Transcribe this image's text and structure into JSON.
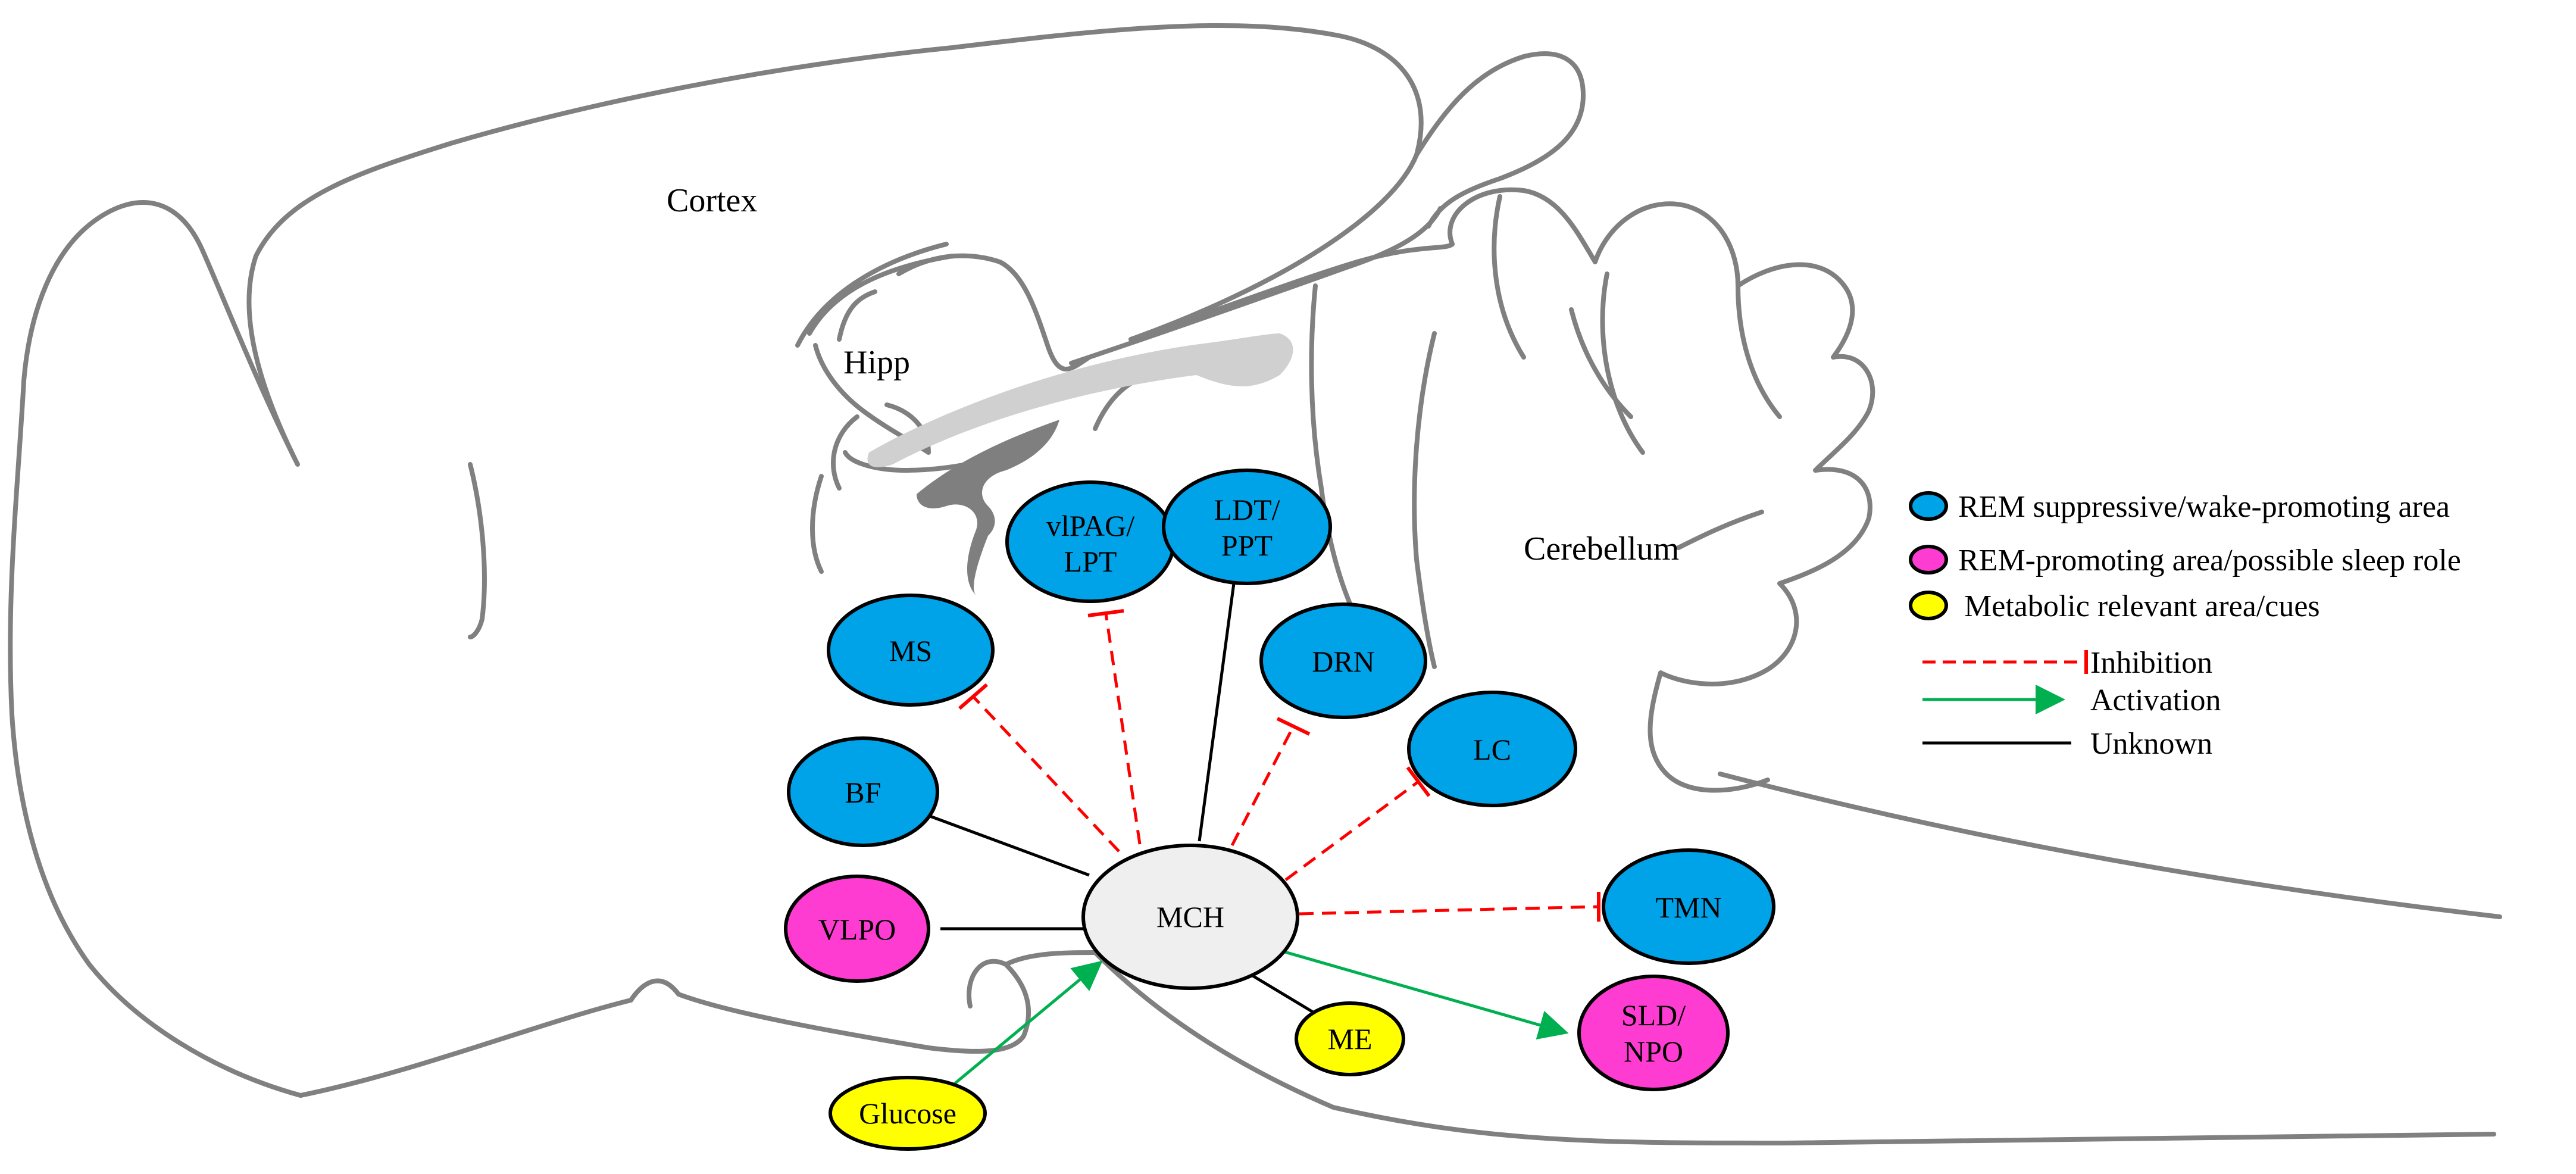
{
  "colors": {
    "rem_suppressive": "#00a2e8",
    "rem_promoting": "#ff3cd2",
    "metabolic": "#ffff00",
    "mch": "#efefef",
    "inhibition": "#ff0000",
    "activation": "#00b050",
    "unknown": "#000000",
    "brain_outline": "#808080"
  },
  "regions": {
    "cortex": "Cortex",
    "hipp": "Hipp",
    "cerebellum": "Cerebellum"
  },
  "nodes": {
    "mch": "MCH",
    "vlpag": "vlPAG/",
    "vlpag_2": "LPT",
    "ldt": "LDT/",
    "ldt_2": "PPT",
    "ms": "MS",
    "drn": "DRN",
    "lc": "LC",
    "bf": "BF",
    "vlpo": "VLPO",
    "tmn": "TMN",
    "sld": "SLD/",
    "sld_2": "NPO",
    "me": "ME",
    "glucose": "Glucose"
  },
  "legend": {
    "rem_suppressive": "REM suppressive/wake-promoting area",
    "rem_promoting": "REM-promoting area/possible sleep role",
    "metabolic": "Metabolic relevant area/cues",
    "inhibition": "Inhibition",
    "activation": "Activation",
    "unknown": "Unknown"
  }
}
